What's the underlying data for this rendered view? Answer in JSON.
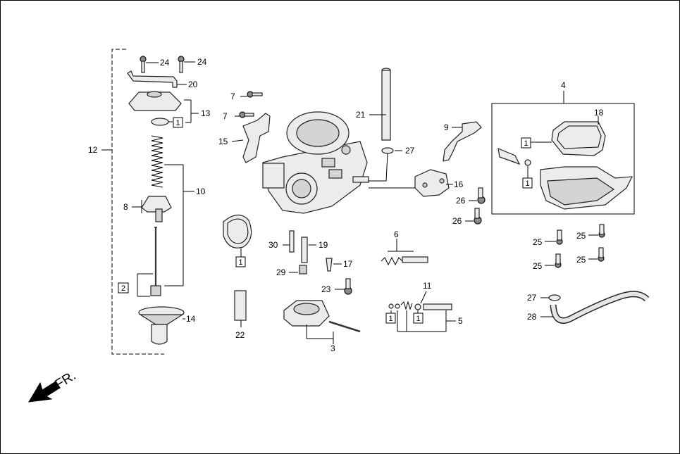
{
  "callouts": {
    "c24a": "24",
    "c24b": "24",
    "c20": "20",
    "c13": "13",
    "c12": "12",
    "c10": "10",
    "c8": "8",
    "c14": "14",
    "c7a": "7",
    "c7b": "7",
    "c15": "15",
    "c21": "21",
    "c27a": "27",
    "c9": "9",
    "c16": "16",
    "c26a": "26",
    "c26b": "26",
    "c4": "4",
    "c18": "18",
    "c30": "30",
    "c19": "19",
    "c29": "29",
    "c17": "17",
    "c23": "23",
    "c22": "22",
    "c3": "3",
    "c6": "6",
    "c11": "11",
    "c5": "5",
    "c25a": "25",
    "c25b": "25",
    "c25c": "25",
    "c25d": "25",
    "c27b": "27",
    "c28": "28"
  },
  "qty_boxes": {
    "q13": "1",
    "q2": "2",
    "q1_oring": "1",
    "q1_gasket": "1",
    "q1_bowl": "1",
    "q1_5a": "1",
    "q1_5b": "1"
  },
  "direction": {
    "label": "FR."
  }
}
